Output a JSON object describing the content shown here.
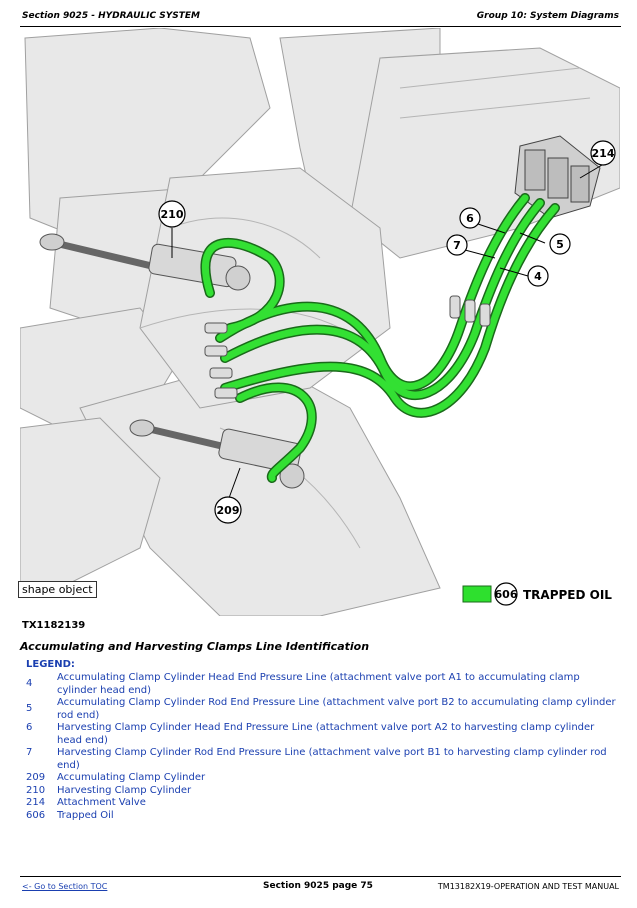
{
  "header": {
    "section": "Section 9025 - HYDRAULIC SYSTEM",
    "group": "Group 10: System Diagrams"
  },
  "figure": {
    "callouts": [
      "214",
      "210",
      "6",
      "7",
      "5",
      "4",
      "209"
    ],
    "key_number": "606",
    "key_label": "TRAPPED OIL",
    "shape_object_label": "shape object",
    "colors": {
      "hose": "#2ee02e",
      "hose_outline": "#1a6a1a",
      "machine": "#e6e6e6",
      "machine_edge": "#9a9a9a"
    }
  },
  "figure_id": "TX1182139",
  "figure_title": "Accumulating and Harvesting Clamps Line Identification",
  "legend": {
    "title": "LEGEND:",
    "items": [
      {
        "num": "4",
        "text": "Accumulating Clamp Cylinder Head End Pressure Line (attachment valve port A1 to accumulating clamp cylinder head end)"
      },
      {
        "num": "5",
        "text": "Accumulating Clamp Cylinder Rod End Pressure Line (attachment valve port B2 to accumulating clamp cylinder rod end)"
      },
      {
        "num": "6",
        "text": "Harvesting Clamp Cylinder Head End Pressure Line (attachment valve port A2 to harvesting clamp cylinder head end)"
      },
      {
        "num": "7",
        "text": "Harvesting Clamp Cylinder Rod End Pressure Line (attachment valve port B1 to harvesting clamp cylinder rod end)"
      },
      {
        "num": "209",
        "text": "Accumulating Clamp Cylinder"
      },
      {
        "num": "210",
        "text": "Harvesting Clamp Cylinder"
      },
      {
        "num": "214",
        "text": "Attachment Valve"
      },
      {
        "num": "606",
        "text": "Trapped Oil"
      }
    ]
  },
  "footer": {
    "toc_link": "<- Go to Section TOC",
    "page": "Section 9025 page 75",
    "manual": "TM13182X19-OPERATION AND TEST MANUAL"
  }
}
